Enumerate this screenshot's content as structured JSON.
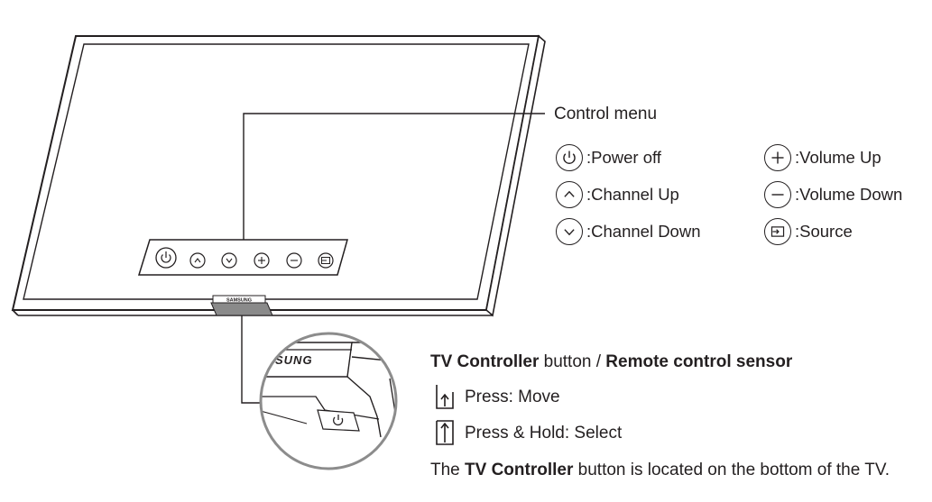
{
  "tv": {
    "brand_label": "SAMSUNG",
    "zoom_brand_label": "SUNG"
  },
  "control_menu": {
    "title": "Control menu",
    "items": [
      {
        "icon": "power-icon",
        "label": ":Power off"
      },
      {
        "icon": "channel-up-icon",
        "label": ":Channel Up"
      },
      {
        "icon": "channel-down-icon",
        "label": ":Channel Down"
      },
      {
        "icon": "volume-up-icon",
        "label": ":Volume Up"
      },
      {
        "icon": "volume-down-icon",
        "label": ":Volume Down"
      },
      {
        "icon": "source-icon",
        "label": ":Source"
      }
    ]
  },
  "controller": {
    "heading_part1": "TV Controller",
    "heading_part2": " button / ",
    "heading_part3": "Remote control sensor",
    "press_move": "Press: Move",
    "press_hold": "Press & Hold: Select",
    "note_part1": "The ",
    "note_part2": "TV Controller",
    "note_part3": " button is located on the bottom of the TV."
  }
}
